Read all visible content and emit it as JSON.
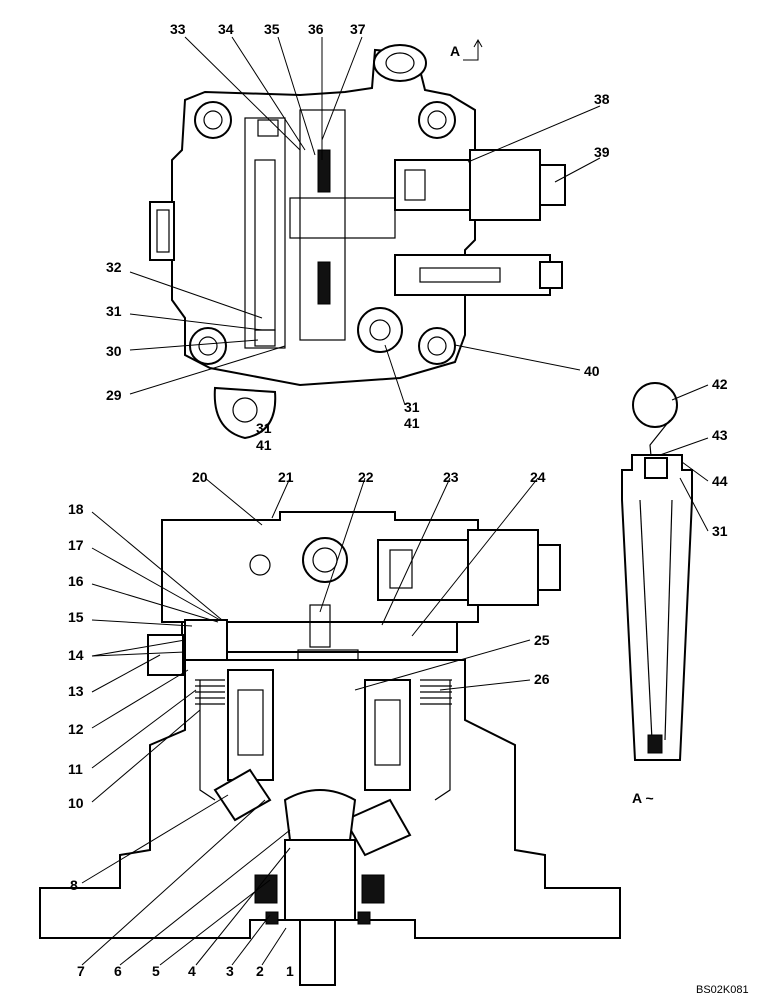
{
  "callouts": [
    {
      "id": "c33",
      "text": "33"
    },
    {
      "id": "c34",
      "text": "34"
    },
    {
      "id": "c35",
      "text": "35"
    },
    {
      "id": "c36",
      "text": "36"
    },
    {
      "id": "c37",
      "text": "37"
    },
    {
      "id": "c38",
      "text": "38"
    },
    {
      "id": "c39",
      "text": "39"
    },
    {
      "id": "c32",
      "text": "32"
    },
    {
      "id": "c31a",
      "text": "31"
    },
    {
      "id": "c30",
      "text": "30"
    },
    {
      "id": "c29",
      "text": "29"
    },
    {
      "id": "c40",
      "text": "40"
    },
    {
      "id": "c31b",
      "text": "31"
    },
    {
      "id": "c41b",
      "text": "41"
    },
    {
      "id": "c31c",
      "text": "31"
    },
    {
      "id": "c41c",
      "text": "41"
    },
    {
      "id": "c42",
      "text": "42"
    },
    {
      "id": "c43",
      "text": "43"
    },
    {
      "id": "c44",
      "text": "44"
    },
    {
      "id": "c31d",
      "text": "31"
    },
    {
      "id": "c20",
      "text": "20"
    },
    {
      "id": "c21",
      "text": "21"
    },
    {
      "id": "c22",
      "text": "22"
    },
    {
      "id": "c23",
      "text": "23"
    },
    {
      "id": "c24",
      "text": "24"
    },
    {
      "id": "c18",
      "text": "18"
    },
    {
      "id": "c17",
      "text": "17"
    },
    {
      "id": "c16",
      "text": "16"
    },
    {
      "id": "c15",
      "text": "15"
    },
    {
      "id": "c14",
      "text": "14"
    },
    {
      "id": "c13",
      "text": "13"
    },
    {
      "id": "c12",
      "text": "12"
    },
    {
      "id": "c11",
      "text": "11"
    },
    {
      "id": "c10",
      "text": "10"
    },
    {
      "id": "c25",
      "text": "25"
    },
    {
      "id": "c26",
      "text": "26"
    },
    {
      "id": "c8",
      "text": "8"
    },
    {
      "id": "c7",
      "text": "7"
    },
    {
      "id": "c6",
      "text": "6"
    },
    {
      "id": "c5",
      "text": "5"
    },
    {
      "id": "c4",
      "text": "4"
    },
    {
      "id": "c3",
      "text": "3"
    },
    {
      "id": "c2",
      "text": "2"
    },
    {
      "id": "c1",
      "text": "1"
    }
  ],
  "section_marker": "A",
  "detail_label": "A ~",
  "drawing_code": "BS02K081"
}
